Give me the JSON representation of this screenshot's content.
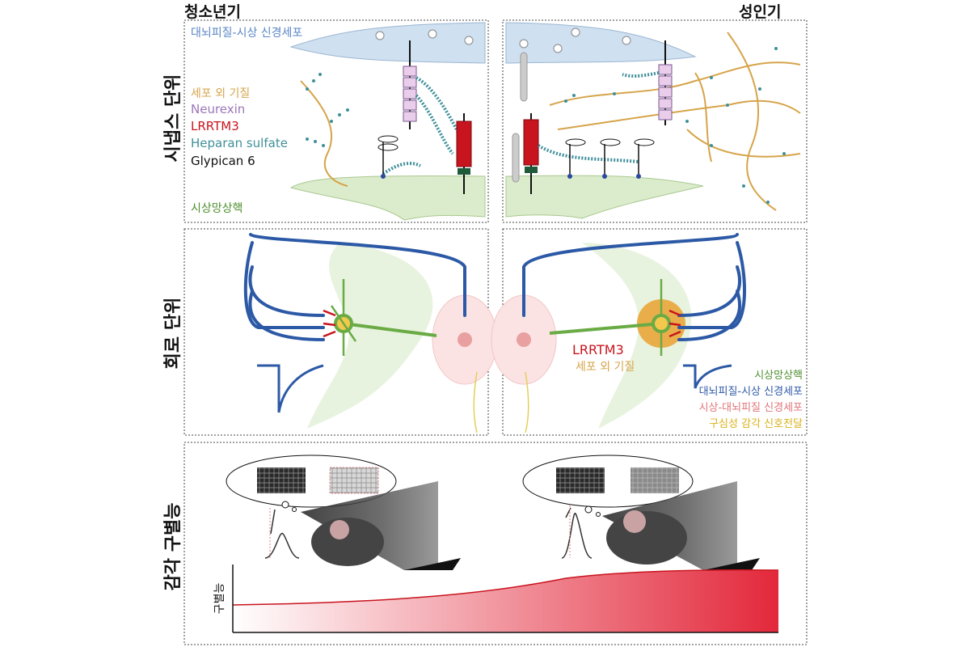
{
  "headers": {
    "juvenile": "청소년기",
    "adult": "성인기"
  },
  "row_labels": {
    "synapse": "시냅스 단위",
    "circuit": "회로 단위",
    "sensory": "감각 구별능"
  },
  "synapse_legend": {
    "ct_neuron": "대뇌피질-시상 신경세포",
    "ecm": "세포 외 기질",
    "neurexin": "Neurexin",
    "lrrtm3": "LRRTM3",
    "heparan": "Heparan sulfate",
    "glypican": "Glypican 6",
    "trn": "시상망상핵"
  },
  "circuit_labels": {
    "lrrtm3": "LRRTM3",
    "ecm": "세포 외 기질",
    "legend": [
      {
        "text": "시상망상핵",
        "color": "#4f8f2f"
      },
      {
        "text": "대뇌피질-시상 신경세포",
        "color": "#2f5aa8"
      },
      {
        "text": "시상-대뇌피질 신경세포",
        "color": "#e0757a"
      },
      {
        "text": "구심성 감각 신호전달",
        "color": "#d9b21c"
      }
    ]
  },
  "discrimination_axis": {
    "ylabel": "구별능"
  },
  "colors": {
    "ct_blue": "#2c59a6",
    "trn_green": "#6aab45",
    "tc_pink": "#f2c6c6",
    "ecm_gold": "#d6a44a",
    "neurexin_purple": "#9b76b8",
    "lrrtm3_red": "#c8141e",
    "heparan_teal": "#3f8f9a",
    "grad_red": "#e3283b"
  }
}
